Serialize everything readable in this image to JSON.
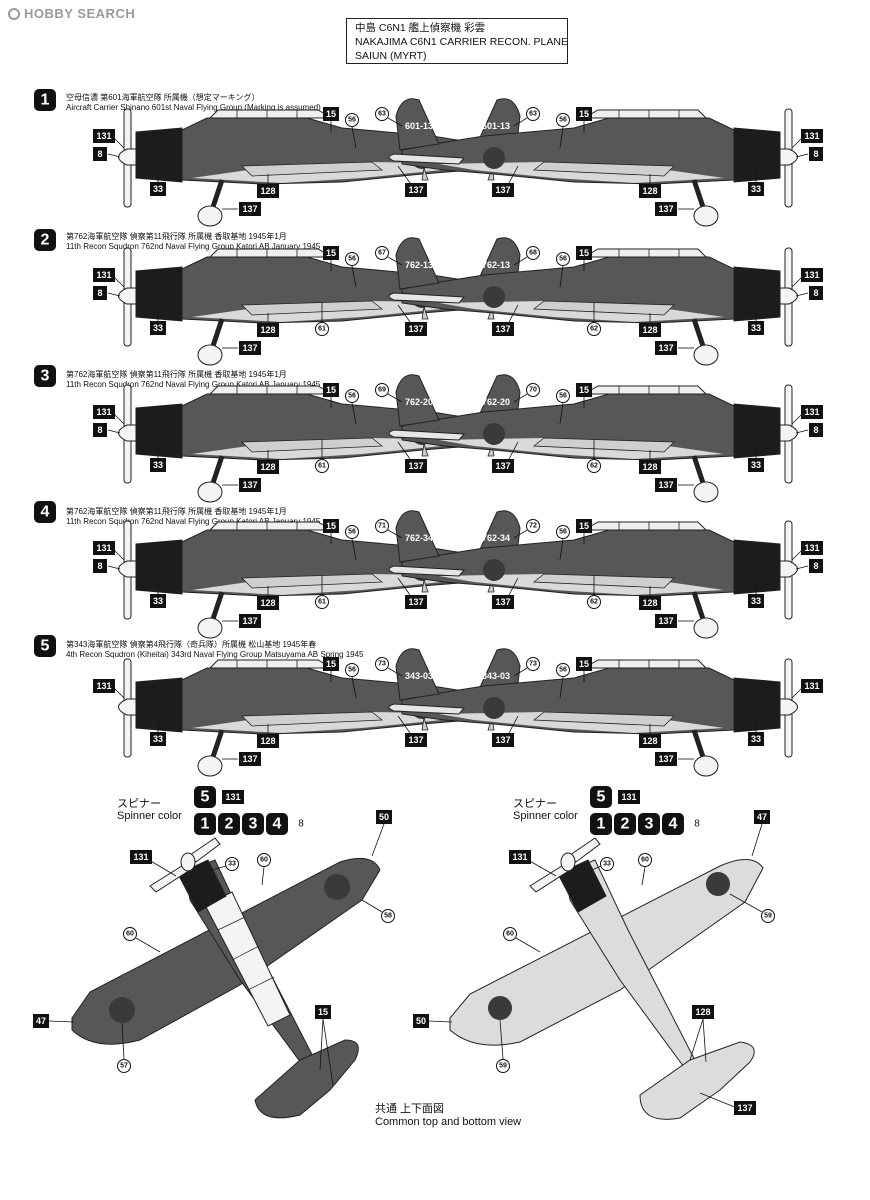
{
  "logo": {
    "text": "HOBBY SEARCH"
  },
  "title": {
    "ja": "中島 C6N1 艦上偵察機 彩雲",
    "en1": "NAKAJIMA C6N1 CARRIER RECON. PLANE",
    "en2": "SAIUN (MYRT)"
  },
  "schemes": [
    {
      "num": "1",
      "ja": "空母信濃 第601海軍航空隊 所属機（想定マーキング）",
      "en": "Aircraft Carrier Shinano 601st Naval Flying Group (Marking is assumed)",
      "code": "601-13",
      "tailDecal": "63",
      "tailDecalR": "63",
      "fuseDecalL": "",
      "fuseDecalR": "",
      "nose": "131",
      "spinner": "8"
    },
    {
      "num": "2",
      "ja": "第762海軍航空隊 偵察第11飛行隊 所属機 香取基地 1945年1月",
      "en": "11th Recon Squdron 762nd Naval Flying Group Katori AB January 1945",
      "code": "762-13",
      "tailDecal": "67",
      "tailDecalR": "68",
      "fuseDecalL": "61",
      "fuseDecalR": "62",
      "nose": "131",
      "spinner": "8"
    },
    {
      "num": "3",
      "ja": "第762海軍航空隊 偵察第11飛行隊 所属機 香取基地 1945年1月",
      "en": "11th Recon Squdron 762nd Naval Flying Group Katori AB January 1945",
      "code": "762-20",
      "tailDecal": "69",
      "tailDecalR": "70",
      "fuseDecalL": "61",
      "fuseDecalR": "62",
      "nose": "131",
      "spinner": "8"
    },
    {
      "num": "4",
      "ja": "第762海軍航空隊 偵察第11飛行隊 所属機 香取基地 1945年1月",
      "en": "11th Recon Squdron 762nd Naval Flying Group Katori AB January 1945",
      "code": "762-34",
      "tailDecal": "71",
      "tailDecalR": "72",
      "fuseDecalL": "61",
      "fuseDecalR": "62",
      "nose": "131",
      "spinner": "8"
    },
    {
      "num": "5",
      "ja": "第343海軍航空隊 偵察第4飛行隊（奇兵隊）所属機 松山基地 1945年春",
      "en": "4th Recon Squdron (Kiheitai) 343rd Naval Flying Group Matsuyama AB Spring 1945",
      "code": "343-03",
      "tailDecal": "73",
      "tailDecalR": "73",
      "fuseDecalL": "",
      "fuseDecalR": "",
      "nose": "131",
      "spinner": "131"
    }
  ],
  "callouts": {
    "c15": "15",
    "c56": "56",
    "c33": "33",
    "c128": "128",
    "c137": "137"
  },
  "planview": {
    "spinner_ja": "スピナー",
    "spinner_en": "Spinner color",
    "top_nums": [
      "5"
    ],
    "top_num_decal": "131",
    "bottom_nums": [
      "1",
      "2",
      "3",
      "4"
    ],
    "bottom_num_decal": "8",
    "label_ja": "共通 上下面図",
    "label_en": "Common top and bottom view",
    "top": {
      "c131": "131",
      "c33": "33",
      "c60a": "60",
      "c50": "50",
      "c58": "58",
      "c60b": "60",
      "c47": "47",
      "c57": "57",
      "c15": "15"
    },
    "bottom": {
      "c131": "131",
      "c33": "33",
      "c60a": "60",
      "c47": "47",
      "c59a": "59",
      "c60b": "60",
      "c50": "50",
      "c59b": "59",
      "c128": "128",
      "c137": "137"
    }
  },
  "colors": {
    "green": "#575757",
    "grey": "#d9d9d9",
    "cowl": "#1c1c1c",
    "hinomaru": "#3a3a3a",
    "underside": "#dcdcdc"
  }
}
